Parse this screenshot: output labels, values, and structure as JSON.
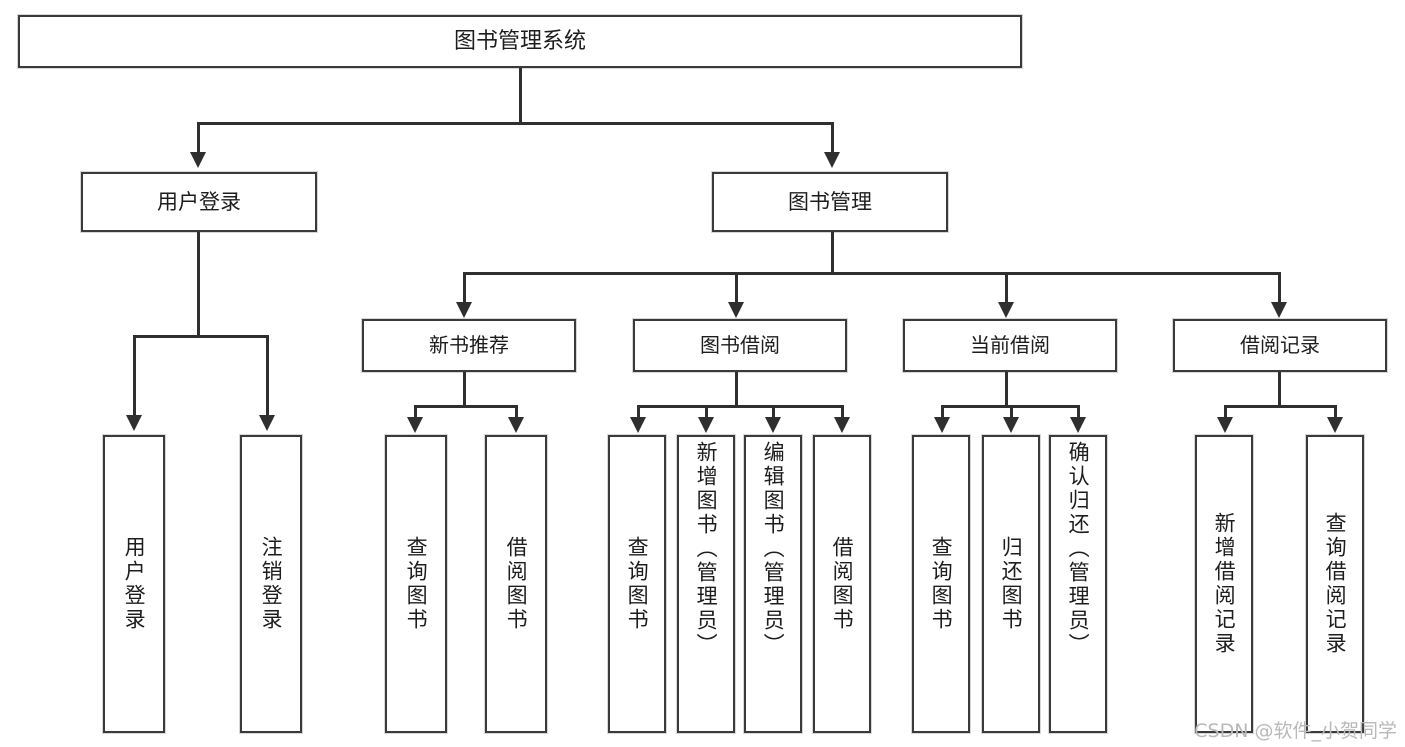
{
  "diagram": {
    "type": "tree",
    "title": "图书管理系统",
    "watermark": "CSDN @软件_小贺同学",
    "colors": {
      "box_border": "#3a3a3a",
      "box_fill": "#ffffff",
      "connector": "#2f2f2f",
      "text": "#1d1d1d",
      "watermark": "#b9b9b9"
    },
    "root": {
      "label": "图书管理系统"
    },
    "level2": [
      {
        "id": "user-login",
        "label": "用户登录"
      },
      {
        "id": "book-manage",
        "label": "图书管理"
      }
    ],
    "level3": [
      {
        "id": "new-book-recommend",
        "label": "新书推荐"
      },
      {
        "id": "book-borrow",
        "label": "图书借阅"
      },
      {
        "id": "current-borrow",
        "label": "当前借阅"
      },
      {
        "id": "borrow-record",
        "label": "借阅记录"
      }
    ],
    "leaves": {
      "user_login": [
        {
          "id": "leaf-user-login",
          "label": "用户登录"
        },
        {
          "id": "leaf-logout-login",
          "label": "注销登录"
        }
      ],
      "new_book_recommend": [
        {
          "id": "leaf-query-book-1",
          "label": "查询图书"
        },
        {
          "id": "leaf-borrow-book-1",
          "label": "借阅图书"
        }
      ],
      "book_borrow": [
        {
          "id": "leaf-query-book-2",
          "label": "查询图书"
        },
        {
          "id": "leaf-add-book",
          "label": "新增图书（管理员）"
        },
        {
          "id": "leaf-edit-book",
          "label": "编辑图书（管理员）"
        },
        {
          "id": "leaf-borrow-book-2",
          "label": "借阅图书"
        }
      ],
      "current_borrow": [
        {
          "id": "leaf-query-book-3",
          "label": "查询图书"
        },
        {
          "id": "leaf-return-book",
          "label": "归还图书"
        },
        {
          "id": "leaf-confirm-return",
          "label": "确认归还（管理员）"
        }
      ],
      "borrow_record": [
        {
          "id": "leaf-add-record",
          "label": "新增借阅记录"
        },
        {
          "id": "leaf-query-record",
          "label": "查询借阅记录"
        }
      ]
    }
  }
}
